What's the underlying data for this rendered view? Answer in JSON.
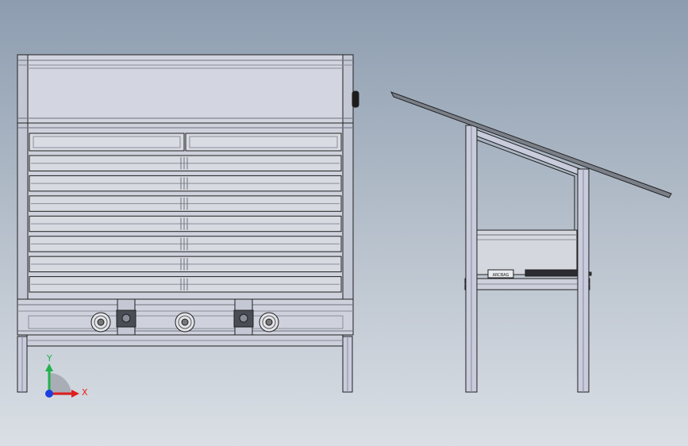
{
  "triad": {
    "y_label": "Y",
    "x_label": "X",
    "y_color": "#22b14c",
    "x_color": "#e01e1e",
    "z_color": "#1c3fe0"
  },
  "palette": {
    "frame": "#c9ccdc",
    "frame_edge": "#202020",
    "panel": "#cdd0dc",
    "tray": "#dfe1e6",
    "roof": "#7a7f88"
  },
  "front_view": {
    "slat_count": 7,
    "caster_count": 3,
    "motor_count": 2
  },
  "side_view": {
    "nameplate_text": "ARCBAG"
  }
}
